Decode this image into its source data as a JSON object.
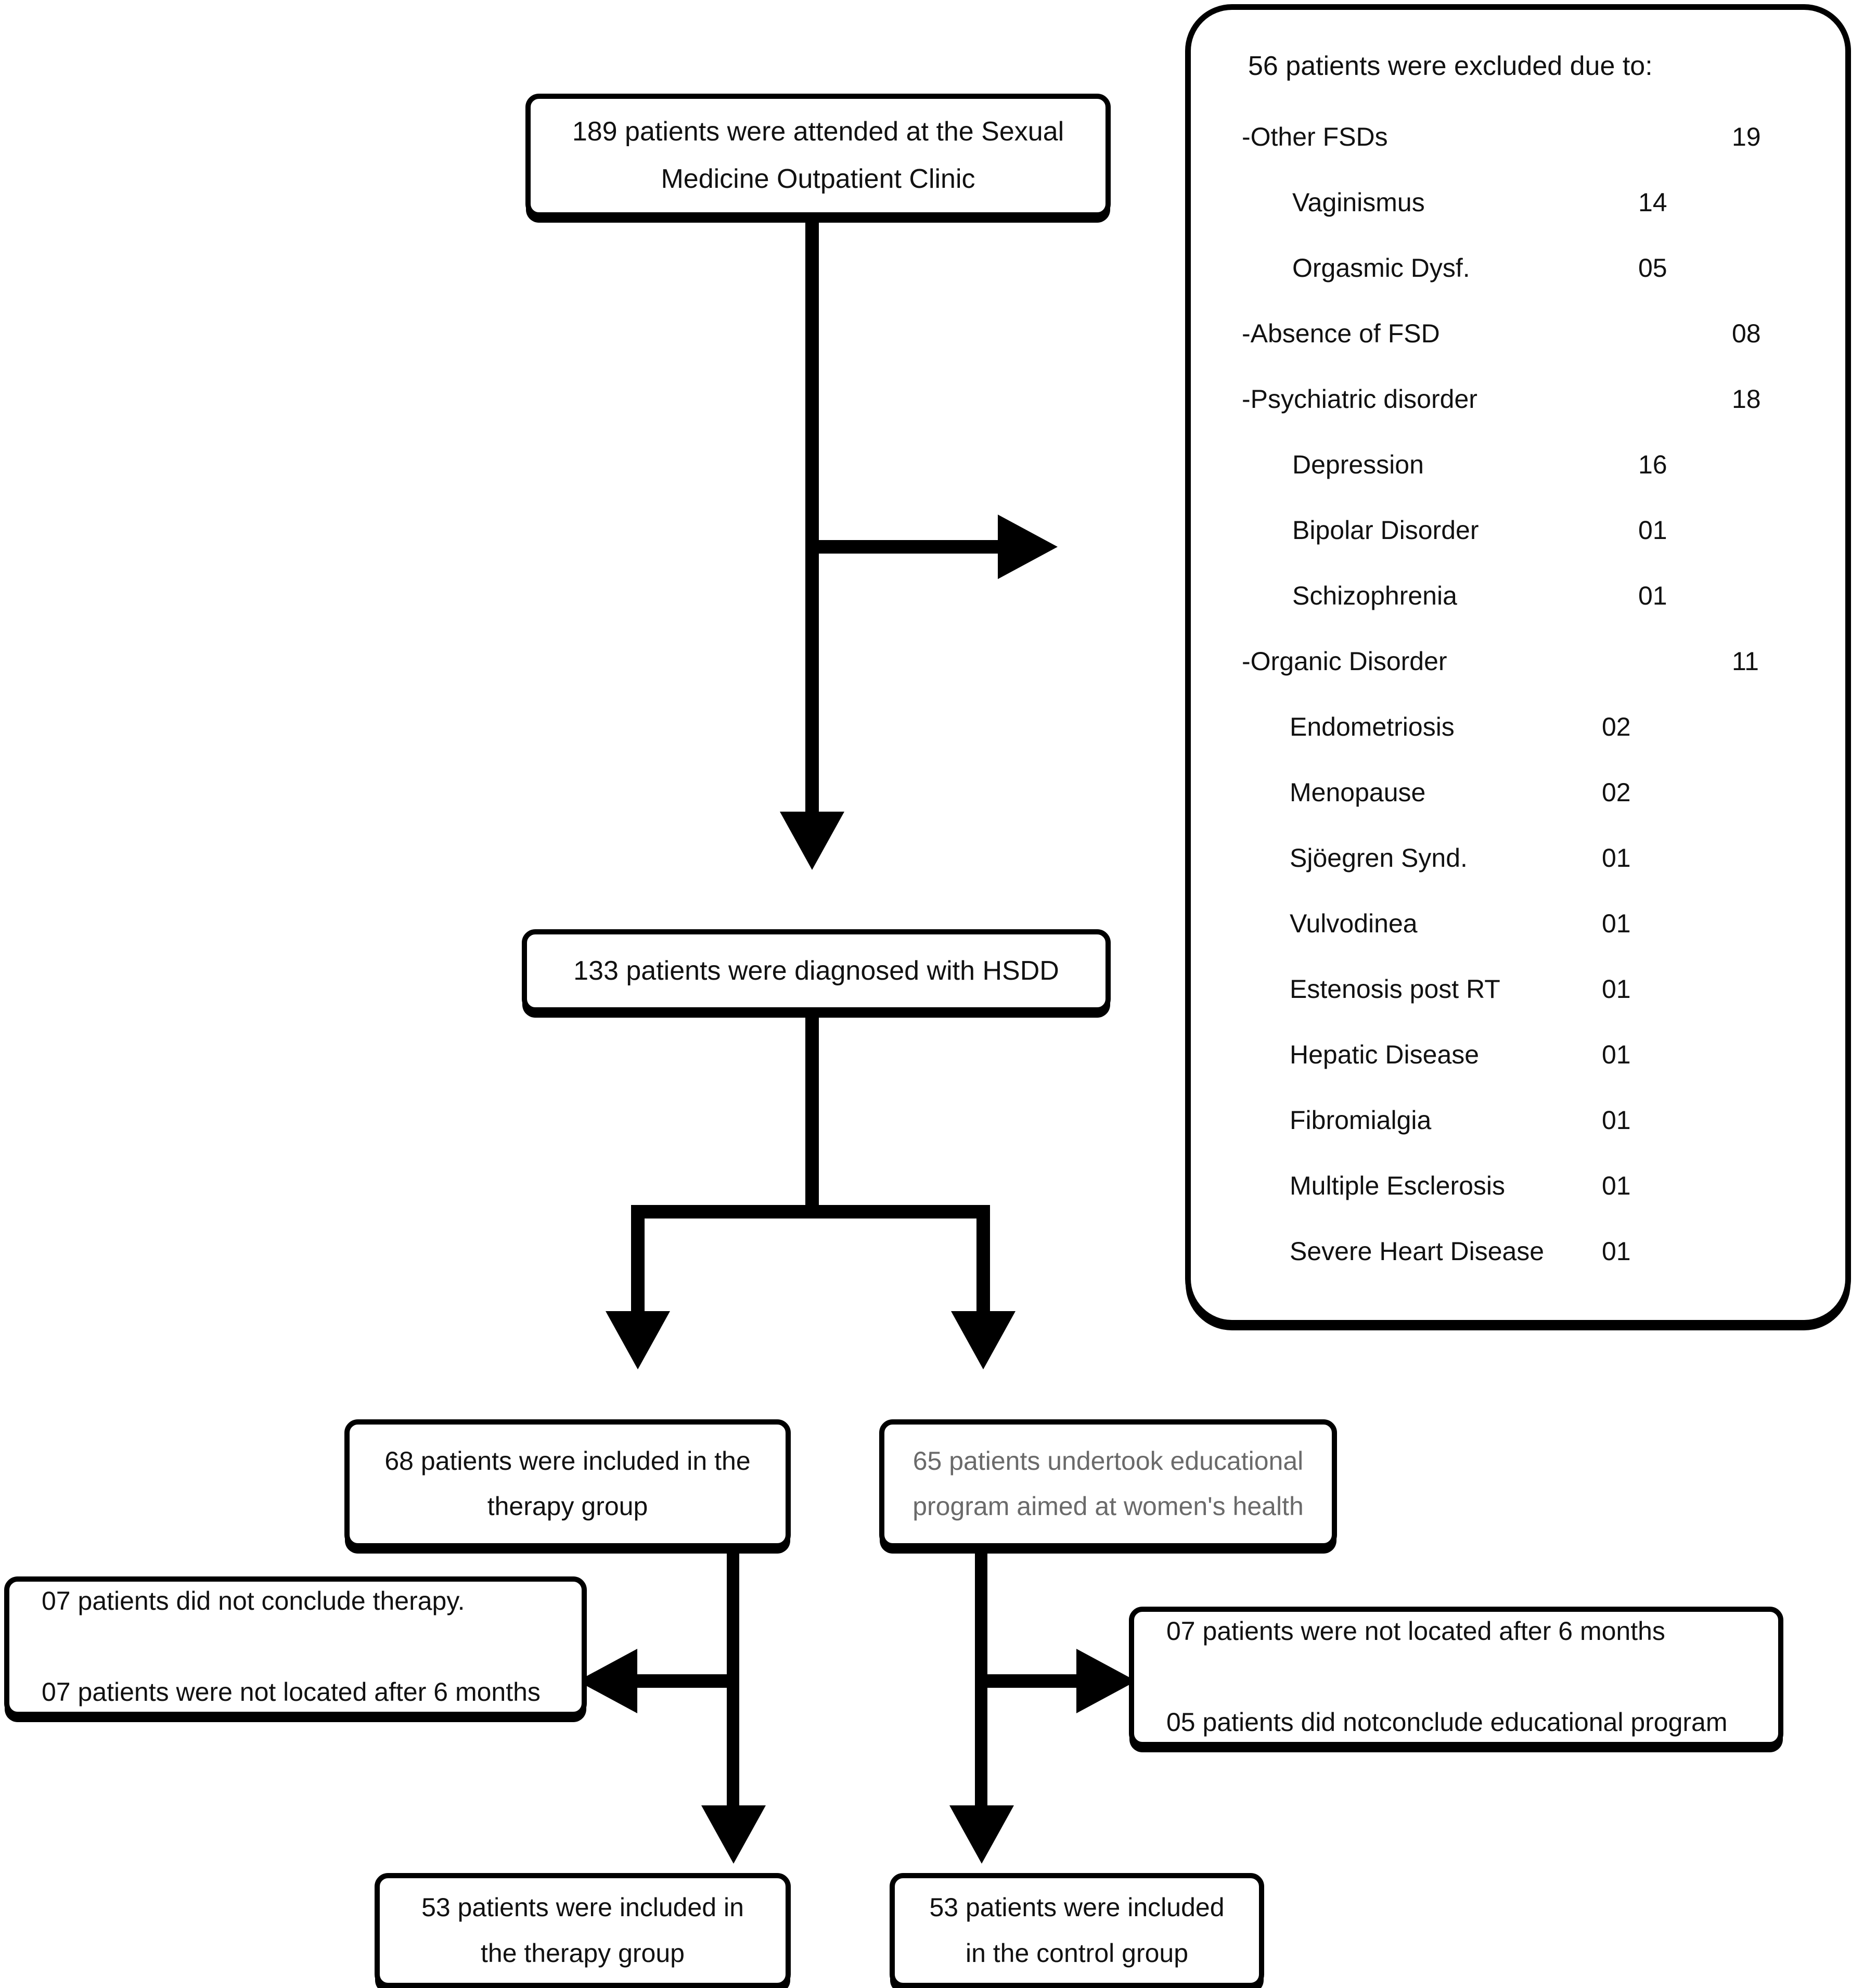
{
  "diagram": {
    "title": "Patient flow diagram",
    "colors": {
      "stroke": "#000000",
      "text": "#111111",
      "muted_text": "#6a6a6a",
      "background": "#ffffff"
    },
    "nodes": {
      "attended": {
        "line1": "189 patients were attended at the Sexual",
        "line2": "Medicine Outpatient Clinic"
      },
      "diagnosed": {
        "line1": "133 patients were diagnosed with HSDD"
      },
      "therapy_group": {
        "line1": "68 patients were included in the",
        "line2": "therapy group"
      },
      "educational_group": {
        "line1": "65 patients undertook educational",
        "line2": "program aimed at women's health"
      },
      "therapy_losses": {
        "line1": "07 patients did not conclude therapy.",
        "line2": "07 patients were not located after 6 months"
      },
      "control_losses": {
        "line1": "07 patients were not located after 6 months",
        "line2": "05 patients did notconclude educational program"
      },
      "final_therapy": {
        "line1": "53 patients were included in",
        "line2": "the therapy group"
      },
      "final_control": {
        "line1": "53 patients were included",
        "line2": "in the control group"
      }
    },
    "exclusion": {
      "title": "56 patients were excluded due to:",
      "rows": [
        {
          "label": "-Other FSDs",
          "count": "19",
          "level": "group"
        },
        {
          "label": "Vaginismus",
          "count": "14",
          "level": "sub"
        },
        {
          "label": "Orgasmic Dysf.",
          "count": "05",
          "level": "sub"
        },
        {
          "label": "-Absence of FSD",
          "count": "08",
          "level": "group"
        },
        {
          "label": "-Psychiatric disorder",
          "count": "18",
          "level": "group"
        },
        {
          "label": "Depression",
          "count": "16",
          "level": "sub"
        },
        {
          "label": "Bipolar Disorder",
          "count": "01",
          "level": "sub"
        },
        {
          "label": "Schizophrenia",
          "count": "01",
          "level": "sub"
        },
        {
          "label": "-Organic Disorder",
          "count": "11",
          "level": "group"
        },
        {
          "label": "Endometriosis",
          "count": "02",
          "level": "sub2"
        },
        {
          "label": "Menopause",
          "count": "02",
          "level": "sub2"
        },
        {
          "label": "Sjöegren Synd.",
          "count": "01",
          "level": "sub2"
        },
        {
          "label": "Vulvodinea",
          "count": "01",
          "level": "sub2"
        },
        {
          "label": "Estenosis post RT",
          "count": "01",
          "level": "sub2"
        },
        {
          "label": "Hepatic Disease",
          "count": "01",
          "level": "sub2"
        },
        {
          "label": "Fibromialgia",
          "count": "01",
          "level": "sub2"
        },
        {
          "label": "Multiple Esclerosis",
          "count": "01",
          "level": "sub2"
        },
        {
          "label": "Severe Heart Disease",
          "count": "01",
          "level": "sub2"
        }
      ]
    }
  }
}
